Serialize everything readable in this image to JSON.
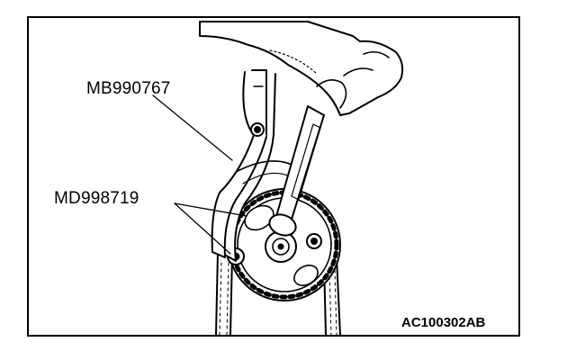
{
  "labels": {
    "tool_a": "MB990767",
    "tool_b": "MD998719"
  },
  "figure_id": "AC100302AB"
}
